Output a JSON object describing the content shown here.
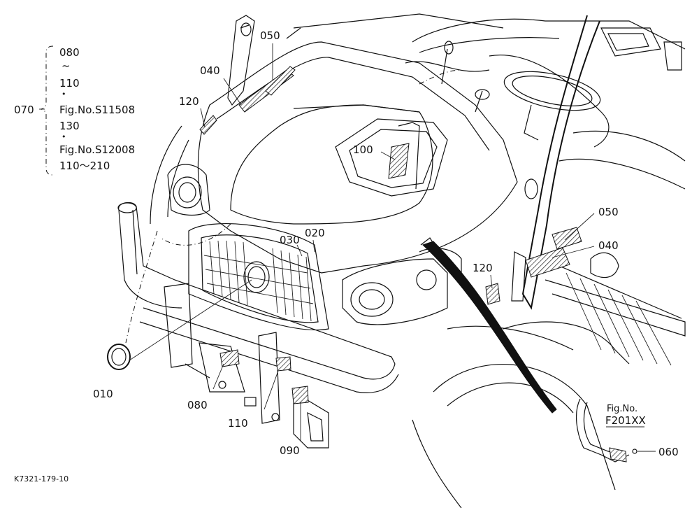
{
  "bracket": {
    "items": [
      "080",
      "~",
      "110",
      "•",
      "Fig.No.S11508",
      "130",
      "•",
      "Fig.No.S12008",
      "110～210"
    ],
    "group_label": "070"
  },
  "callouts": {
    "c010": "010",
    "c020": "020",
    "c030": "030",
    "c040_top": "040",
    "c040_side": "040",
    "c050_top": "050",
    "c050_side": "050",
    "c060": "060",
    "c080": "080",
    "c090": "090",
    "c100": "100",
    "c110": "110",
    "c120_left": "120",
    "c120_right": "120"
  },
  "figref": {
    "line1": "Fig.No.",
    "line2": "F201XX"
  },
  "drawing_code": "K7321-179-10"
}
